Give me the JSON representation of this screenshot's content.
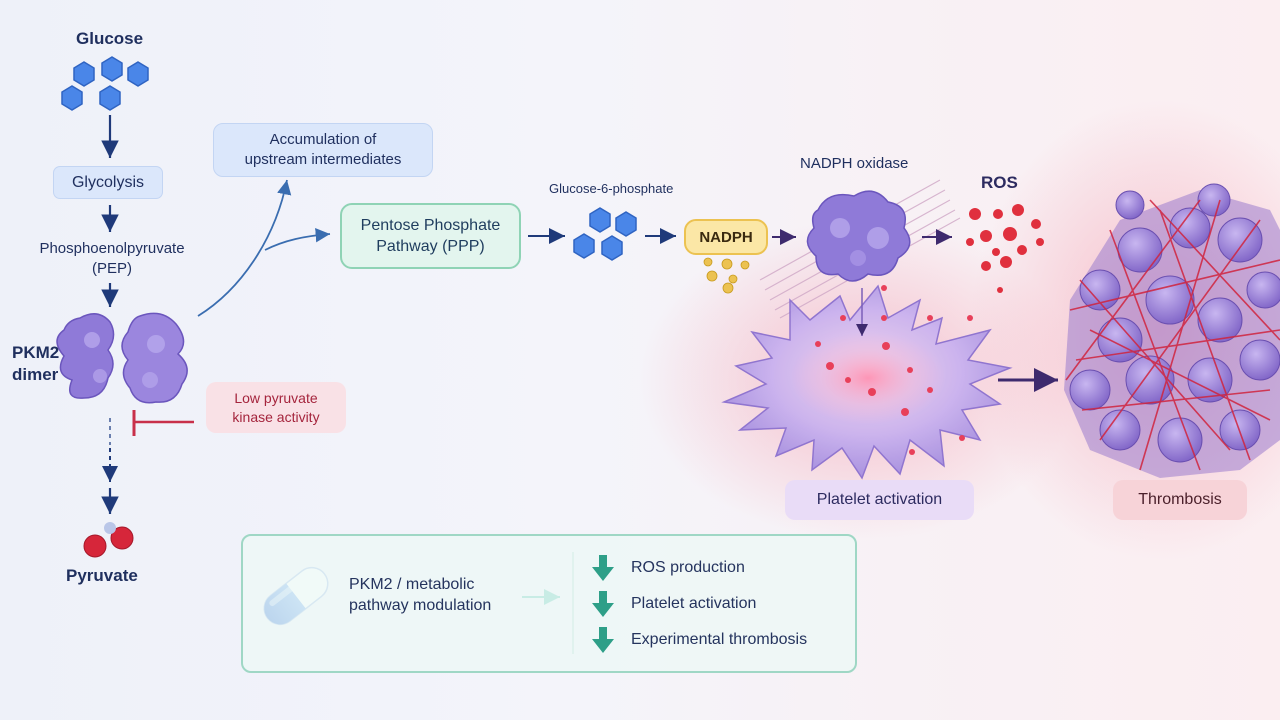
{
  "labels": {
    "glucose": "Glucose",
    "glycolysis": "Glycolysis",
    "pep_line1": "Phosphoenolpyruvate",
    "pep_line2": "(PEP)",
    "pkm2_line1": "PKM2",
    "pkm2_line2": "dimer",
    "pyruvate": "Pyruvate",
    "accumulation_line1": "Accumulation of",
    "accumulation_line2": "upstream intermediates",
    "ppp_line1": "Pentose Phosphate",
    "ppp_line2": "Pathway (PPP)",
    "g6p": "Glucose-6-phosphate",
    "nadph": "NADPH",
    "nadph_oxidase": "NADPH oxidase",
    "ros": "ROS",
    "low_pk_line1": "Low pyruvate",
    "low_pk_line2": "kinase activity",
    "platelet_activation": "Platelet activation",
    "thrombosis": "Thrombosis"
  },
  "legend": {
    "intervention_line1": "PKM2 / metabolic",
    "intervention_line2": "pathway modulation",
    "effects": [
      "ROS production",
      "Platelet activation",
      "Experimental thrombosis"
    ]
  },
  "colors": {
    "navy": "#1f3a7a",
    "hexagon_blue": "#4a86e8",
    "protein_purple": "#9b86de",
    "inhibition_red": "#c8304a",
    "ros_red": "#e0303e",
    "nadph_yellow": "#ecc251",
    "legend_teal": "#2e9f88"
  },
  "icons": [
    "pill-icon",
    "down-arrow-icon",
    "inhibition-bar-icon",
    "glucose-molecule-icon",
    "pkm2-dimer-icon",
    "nadph-oxidase-icon",
    "platelet-icon",
    "thrombus-icon"
  ]
}
